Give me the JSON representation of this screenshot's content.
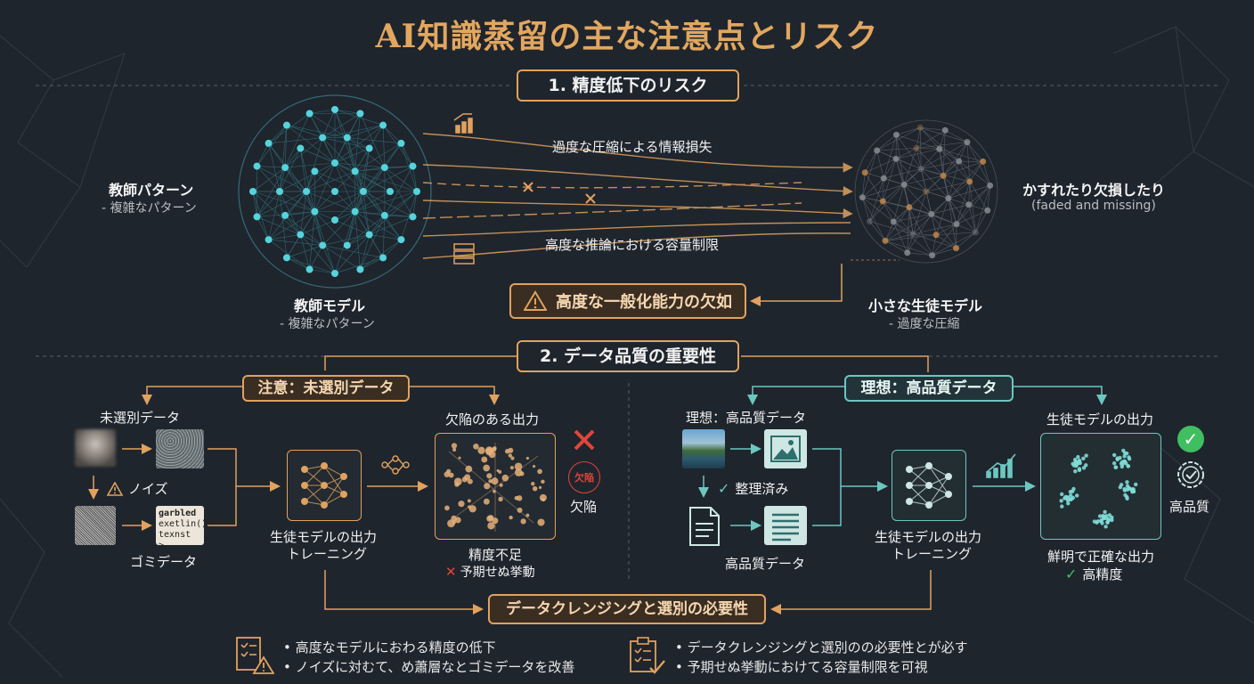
{
  "title": "AI知識蒸留の主な注意点とリスク",
  "section1": {
    "heading": "1. 精度低下のリスク",
    "teacher_pattern_label": "教師パターン",
    "teacher_pattern_sub": "- 複雑なパターン",
    "teacher_model_label": "教師モデル",
    "teacher_model_sub": "- 複雑なパターン",
    "flow_top": "過度な圧縮による情報損失",
    "flow_bottom": "高度な推論における容量制限",
    "student_label": "小さな生徒モデル",
    "student_sub": "- 過度な圧縮",
    "faded_label": "かすれたり欠損したり",
    "faded_sub": "(faded and missing)",
    "warning": "高度な一般化能力の欠如"
  },
  "section2": {
    "heading": "2. データ品質の重要性",
    "left": {
      "header": "注意：未選別データ",
      "raw_label": "未選別データ",
      "noise_label": "ノイズ",
      "garbage_label": "ゴミデータ",
      "garbled_lines": [
        "garbled",
        "exetlin()",
        "texnst >"
      ],
      "training_label_1": "生徒モデルの出力",
      "training_label_2": "トレーニング",
      "output_label": "欠陥のある出力",
      "defect_badge": "欠陥",
      "defect_label": "欠陥",
      "accuracy_label": "精度不足",
      "unexpected_label": "予期せぬ挙動"
    },
    "right": {
      "header": "理想：高品質データ",
      "ideal_label": "理想：高品質データ",
      "organized_label": "整理済み",
      "hq_data_label": "高品質データ",
      "training_label_1": "生徒モデルの出力",
      "training_label_2": "トレーニング",
      "output_label": "生徒モデルの出力",
      "clear_label": "鮮明で正確な出力",
      "high_acc_label": "高精度",
      "hq_badge_label": "高品質"
    },
    "cleansing": "データクレンジングと選別の必要性"
  },
  "bullets_left": [
    "高度なモデルにおわる精度の低下",
    "ノイズに対むて、め蕭層なとゴミデータを改善"
  ],
  "bullets_right": [
    "データクレンジングと選別のの必要性とが必す",
    "予期せぬ挙動におけてる容量制限を可視"
  ],
  "colors": {
    "accent_orange": "#e0a25e",
    "accent_teal": "#6cc7c0",
    "background": "#1f252d",
    "error_red": "#e0463a",
    "ok_green": "#3fbf5f"
  }
}
